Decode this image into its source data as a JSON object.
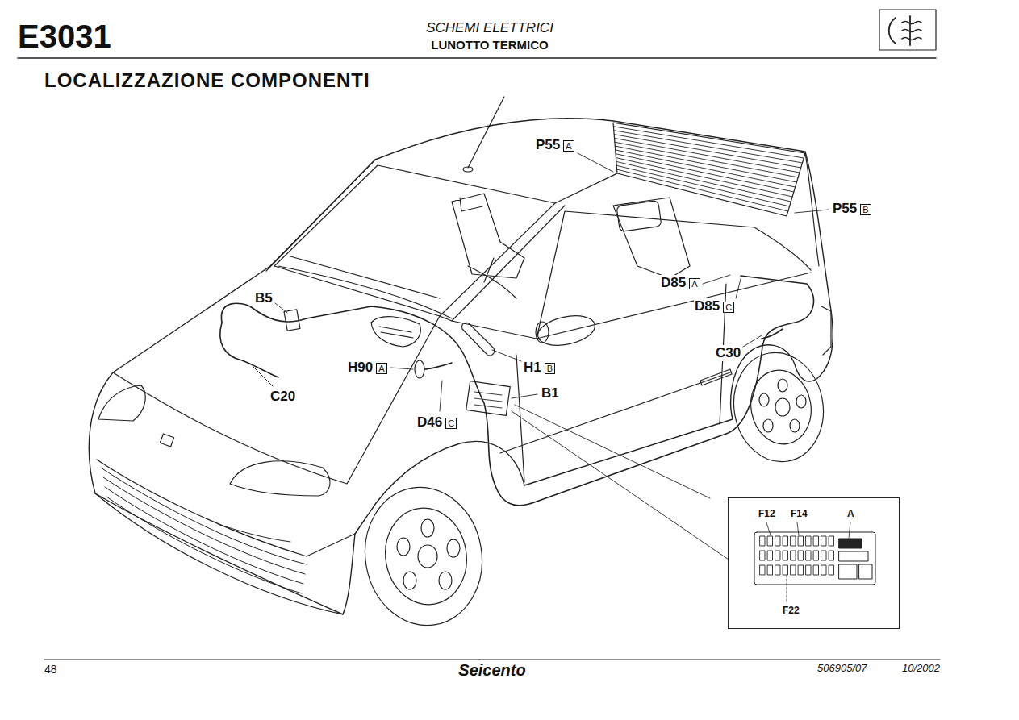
{
  "diagram": {
    "title": "LOCALIZZAZIONE COMPONENTI",
    "nodes": [
      {
        "text": [
          "F12",
          "F14",
          "A",
          "F22"
        ]
      }
    ],
    "labels": [
      "E3031",
      "SCHEMI ELETTRICI",
      "LUNOTTO TERMICO",
      "P55",
      "A",
      "P55",
      "B",
      "D85",
      "A",
      "D85",
      "C",
      "C30",
      "B5",
      "H90",
      "A",
      "H1",
      "B",
      "B1",
      "C20",
      "D46",
      "C",
      "48",
      "Seicento",
      "506905/07",
      "10/2002"
    ]
  }
}
